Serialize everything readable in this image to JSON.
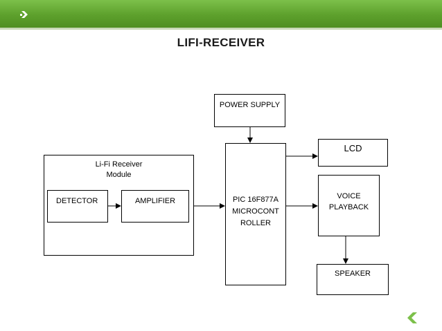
{
  "slide": {
    "title": "LIFI-RECEIVER"
  },
  "diagram": {
    "power_supply": "POWER SUPPLY",
    "lcd": "LCD",
    "receiver_module_label": "Li-Fi Receiver\nModule",
    "detector": "DETECTOR",
    "amplifier": "AMPLIFIER",
    "microcontroller": "PIC 16F877A\nMICROCONT\nROLLER",
    "voice_playback": "VOICE\nPLAYBACK",
    "speaker": "SPEAKER"
  },
  "theme": {
    "accent": "#5da02c",
    "accent_dark": "#4f8f22",
    "corner_arrow": "#7cc04a"
  }
}
